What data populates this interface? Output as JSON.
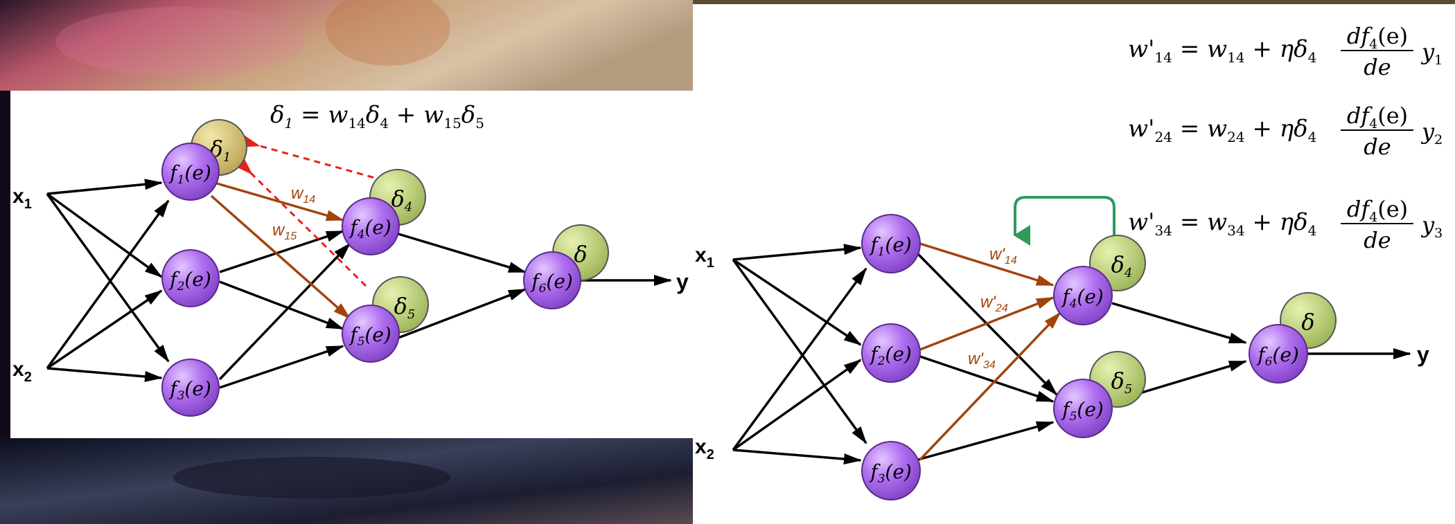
{
  "left_diagram": {
    "formula": {
      "lhs": "δ",
      "lhs_sub": "1",
      "rhs_a": "w",
      "rhs_a_sub": "14",
      "rhs_b": "δ",
      "rhs_b_sub": "4",
      "op": "+",
      "rhs_c": "w",
      "rhs_c_sub": "15",
      "rhs_d": "δ",
      "rhs_d_sub": "5"
    },
    "inputs": [
      {
        "name": "x",
        "sub": "1"
      },
      {
        "name": "x",
        "sub": "2"
      }
    ],
    "output": "y",
    "neurons": [
      {
        "id": "f1",
        "fn": "f",
        "sub": "1",
        "arg": "(e)"
      },
      {
        "id": "f2",
        "fn": "f",
        "sub": "2",
        "arg": "(e)"
      },
      {
        "id": "f3",
        "fn": "f",
        "sub": "3",
        "arg": "(e)"
      },
      {
        "id": "f4",
        "fn": "f",
        "sub": "4",
        "arg": "(e)"
      },
      {
        "id": "f5",
        "fn": "f",
        "sub": "5",
        "arg": "(e)"
      },
      {
        "id": "f6",
        "fn": "f",
        "sub": "6",
        "arg": "(e)"
      }
    ],
    "deltas": [
      {
        "id": "d1",
        "sym": "δ",
        "sub": "1"
      },
      {
        "id": "d4",
        "sym": "δ",
        "sub": "4"
      },
      {
        "id": "d5",
        "sym": "δ",
        "sub": "5"
      },
      {
        "id": "d6",
        "sym": "δ",
        "sub": ""
      }
    ],
    "weight_labels": [
      {
        "w": "w",
        "sub": "14"
      },
      {
        "w": "w",
        "sub": "15"
      }
    ]
  },
  "right_diagram": {
    "equations": [
      {
        "lhs": "w'",
        "lhs_sub": "14",
        "rhs_w": "w",
        "rhs_w_sub": "14",
        "plus": "+",
        "eta": "η",
        "delta": "δ",
        "delta_sub": "4",
        "num": "df",
        "num_sub": "4",
        "num_arg": "(e)",
        "den": "de",
        "y": "y",
        "y_sub": "1"
      },
      {
        "lhs": "w'",
        "lhs_sub": "24",
        "rhs_w": "w",
        "rhs_w_sub": "24",
        "plus": "+",
        "eta": "η",
        "delta": "δ",
        "delta_sub": "4",
        "num": "df",
        "num_sub": "4",
        "num_arg": "(e)",
        "den": "de",
        "y": "y",
        "y_sub": "2"
      },
      {
        "lhs": "w'",
        "lhs_sub": "34",
        "rhs_w": "w",
        "rhs_w_sub": "34",
        "plus": "+",
        "eta": "η",
        "delta": "δ",
        "delta_sub": "4",
        "num": "df",
        "num_sub": "4",
        "num_arg": "(e)",
        "den": "de",
        "y": "y",
        "y_sub": "3"
      }
    ],
    "inputs": [
      {
        "name": "x",
        "sub": "1"
      },
      {
        "name": "x",
        "sub": "2"
      }
    ],
    "output": "y",
    "neurons": [
      {
        "id": "f1",
        "fn": "f",
        "sub": "1",
        "arg": "(e)"
      },
      {
        "id": "f2",
        "fn": "f",
        "sub": "2",
        "arg": "(e)"
      },
      {
        "id": "f3",
        "fn": "f",
        "sub": "3",
        "arg": "(e)"
      },
      {
        "id": "f4",
        "fn": "f",
        "sub": "4",
        "arg": "(e)"
      },
      {
        "id": "f5",
        "fn": "f",
        "sub": "5",
        "arg": "(e)"
      },
      {
        "id": "f6",
        "fn": "f",
        "sub": "6",
        "arg": "(e)"
      }
    ],
    "deltas": [
      {
        "id": "d4",
        "sym": "δ",
        "sub": "4"
      },
      {
        "id": "d5",
        "sym": "δ",
        "sub": "5"
      },
      {
        "id": "d6",
        "sym": "δ",
        "sub": ""
      }
    ],
    "weight_labels": [
      {
        "w": "w'",
        "sub": "14"
      },
      {
        "w": "w'",
        "sub": "24"
      },
      {
        "w": "w'",
        "sub": "34"
      }
    ]
  },
  "colors": {
    "neuron_fill": "#b06ff0",
    "neuron_stroke": "#5a2a88",
    "delta_yellow": "#d4c270",
    "delta_green": "#b7cf6a",
    "arrow_black": "#000000",
    "arrow_brown": "#a0440c",
    "arrow_red_dashed": "#e8201c",
    "arrow_green": "#2e9a5e"
  }
}
